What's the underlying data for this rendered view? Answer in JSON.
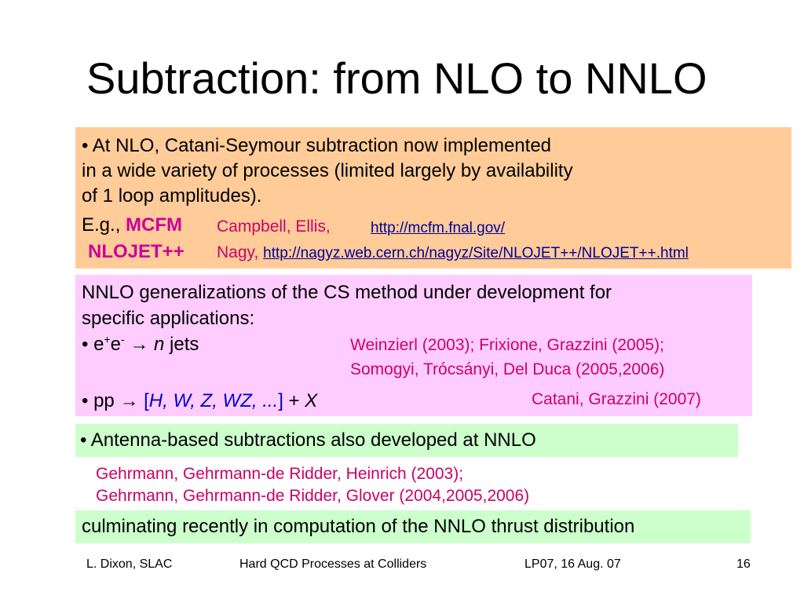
{
  "slide": {
    "title": "Subtraction: from NLO to NNLO"
  },
  "nlo_box": {
    "line1": "• At NLO, Catani-Seymour subtraction now implemented",
    "line2": "in a wide variety of processes (limited largely by availability",
    "line3": "of 1 loop amplitudes).",
    "eg_prefix": "E.g., ",
    "mcfm": "MCFM",
    "mcfm_authors": "Campbell, Ellis,",
    "mcfm_url": "http://mcfm.fnal.gov/",
    "nlojet": "NLOJET++",
    "nlojet_author": "Nagy, ",
    "nlojet_url": "http://nagyz.web.cern.ch/nagyz/Site/NLOJET++/NLOJET++.html"
  },
  "nnlo_box": {
    "line1": "NNLO generalizations of the CS method under development for",
    "line2": "specific applications:",
    "ee_bullet": "• e",
    "ee_sup1": "+",
    "ee_e": "e",
    "ee_sup2": "-",
    "arrow": "→",
    "n": "n",
    "jets": " jets",
    "ee_ref1": "Weinzierl (2003); Frixione, Grazzini (2005);",
    "ee_ref2": "Somogyi, Trócsányi, Del Duca (2005,2006)",
    "pp_bullet": "• pp ",
    "bracket_open": "[",
    "bosons": "H, W, Z, WZ, ...",
    "bracket_close": "]",
    "plus": " + ",
    "x": "X",
    "pp_ref": "Catani, Grazzini (2007)"
  },
  "antenna_box": {
    "text": "• Antenna-based subtractions also developed at NNLO"
  },
  "antenna_refs": {
    "ref1": "Gehrmann, Gehrmann-de Ridder, Heinrich (2003);",
    "ref2": "Gehrmann, Gehrmann-de Ridder, Glover (2004,2005,2006)"
  },
  "thrust_box": {
    "text": "culminating recently in computation of the NNLO thrust distribution"
  },
  "footer": {
    "author": "L. Dixon, SLAC",
    "talk": "Hard QCD Processes at Colliders",
    "event": "LP07, 16 Aug. 07",
    "page": "16"
  },
  "colors": {
    "nlo_box": "#ffcc99",
    "nnlo_box": "#ffccff",
    "antenna_box": "#ccffcc",
    "reference_text": "#cc0066",
    "program_name": "#cc0099",
    "boson_text": "#0000cc"
  }
}
